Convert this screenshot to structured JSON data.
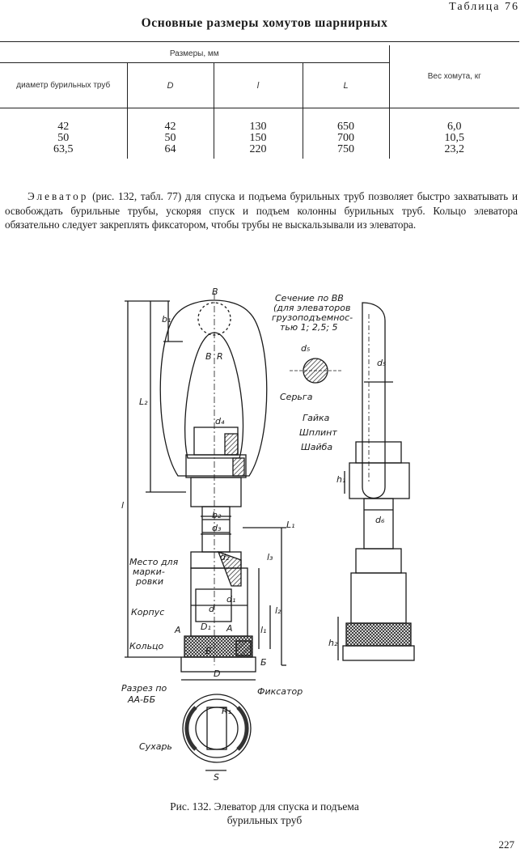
{
  "table_label": "Таблица 76",
  "table_title": "Основные размеры хомутов шарнирных",
  "table": {
    "group_header": "Размеры, мм",
    "weight_header": "Вес хомута, кг",
    "columns": [
      "диаметр бурильных труб",
      "D",
      "l",
      "L"
    ],
    "rows": [
      {
        "pipe": "42",
        "D": "42",
        "l": "130",
        "L": "650",
        "weight": "6,0"
      },
      {
        "pipe": "50",
        "D": "50",
        "l": "150",
        "L": "700",
        "weight": "10,5"
      },
      {
        "pipe": "63,5",
        "D": "64",
        "l": "220",
        "L": "750",
        "weight": "23,2"
      }
    ]
  },
  "paragraph": {
    "term": "Элеватор",
    "text": " (рис. 132, табл. 77) для спуска и подъема бурильных труб позволяет быстро захватывать и освобождать бурильные трубы, ускоряя спуск и подъем колонны бурильных труб. Кольцо элеватора обязательно следует закреплять фиксатором, чтобы трубы не выскальзывали из элеватора."
  },
  "figure": {
    "labels": {
      "section_note_1": "Сечение по ВВ",
      "section_note_2": "(для элеваторов",
      "section_note_3": "грузоподъемнос-",
      "section_note_4": "тью 1; 2,5; 5",
      "B": "В",
      "B_low": "В",
      "b1": "b₁",
      "R": "R",
      "L2": "L₂",
      "l": "l",
      "serga": "Серьга",
      "d5a": "d₅",
      "d5b": "d₅",
      "gaika": "Гайка",
      "shplint": "Шплинт",
      "shaiba": "Шайба",
      "d4": "d₄",
      "h1": "h₁",
      "b2": "b₂",
      "d3": "d₃",
      "d6": "d₆",
      "L1": "L₁",
      "mesto1": "Место для",
      "mesto2": "марки-",
      "mesto3": "ровки",
      "d2": "d₂",
      "l3": "l₃",
      "d1": "d₁",
      "korpus": "Корпус",
      "d": "d",
      "A_left": "А",
      "D1": "D₁",
      "A_right": "А",
      "l2": "l₂",
      "l1": "l₁",
      "koltso": "Кольцо",
      "B_small": "Б",
      "b_small": "Б",
      "h2": "h₂",
      "D": "D",
      "razrez1": "Разрез по",
      "razrez2": "АА-ББ",
      "fiksator": "Фиксатор",
      "R1": "R₁",
      "suhar": "Сухарь",
      "S": "S"
    }
  },
  "caption": {
    "line1": "Рис. 132. Элеватор для спуска и подъема",
    "line2": "бурильных труб"
  },
  "page_number": "227"
}
